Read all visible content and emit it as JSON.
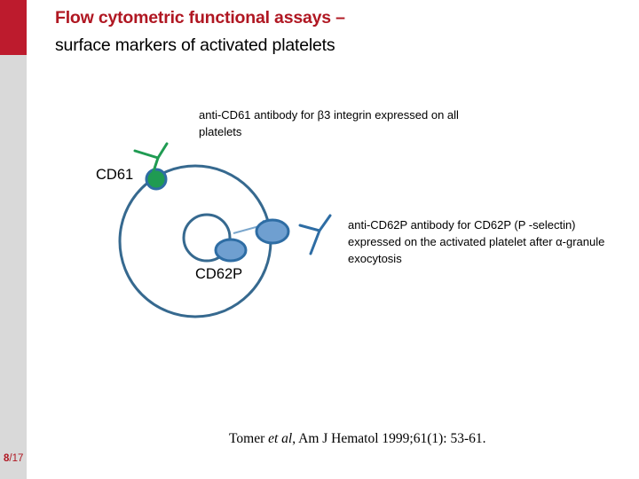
{
  "slide": {
    "title_main": "Flow cytometric functional assays –",
    "title_sub": "surface markers of activated platelets",
    "title_color": "#b01722",
    "accent_red": "#bd1b2d",
    "accent_gray": "#d9d9d9"
  },
  "page_number": {
    "current": "8",
    "separator_total": "/17"
  },
  "callouts": {
    "cd61": "anti-CD61 antibody for β3 integrin expressed on all platelets",
    "cd62p": "anti-CD62P antibody for CD62P (P -selectin) expressed on the activated platelet after α-granule exocytosis"
  },
  "diagram": {
    "label_cd61": "CD61",
    "label_cd62p": "CD62P",
    "colors": {
      "membrane_stroke": "#36698f",
      "granule_stroke": "#36698f",
      "cd61_marker_fill": "#1f9b52",
      "cd61_marker_stroke": "#2e6da4",
      "cd62p_marker_fill": "#6f9fd0",
      "cd62p_marker_stroke": "#2e6da4",
      "antibody_cd61": "#1f9b52",
      "antibody_cd62p": "#2e6da4",
      "arrow": "#7aa6cc"
    }
  },
  "citation": {
    "author": "Tomer ",
    "etal": "et al",
    "rest": ",  Am J Hematol 1999;61(1): 53-61."
  }
}
